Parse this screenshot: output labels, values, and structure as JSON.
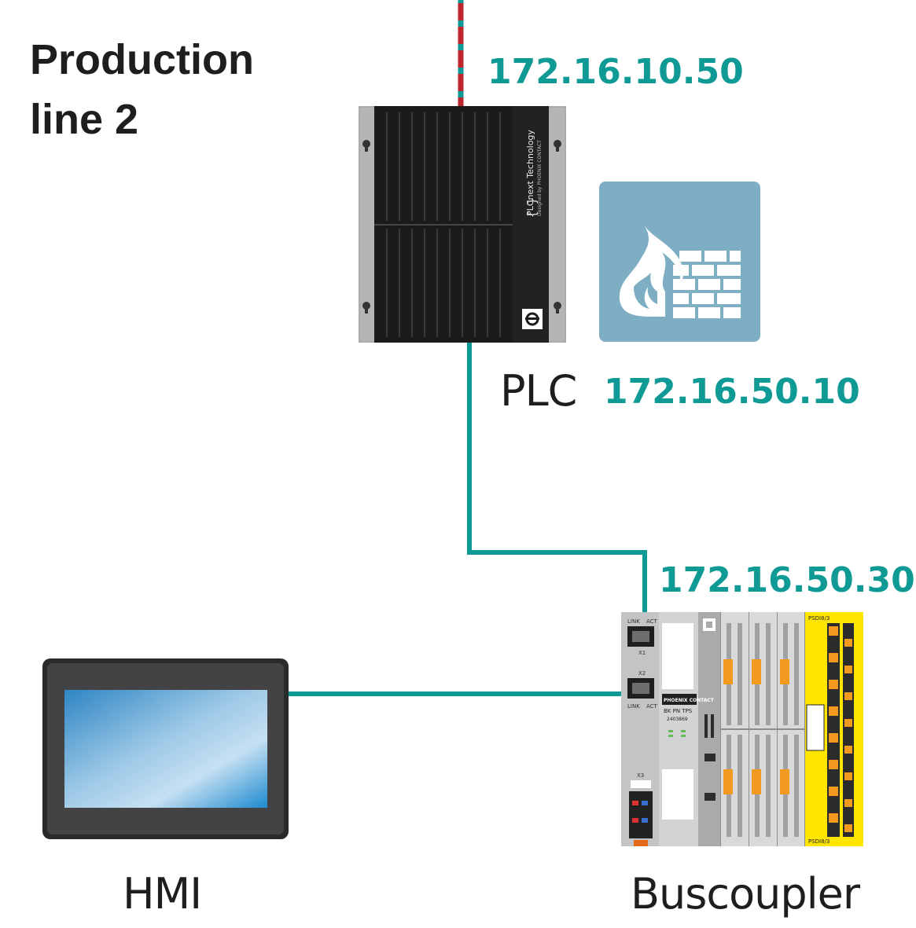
{
  "title": {
    "line1": "Production",
    "line2": "line 2"
  },
  "nodes": {
    "plc": {
      "label": "PLC",
      "ip": "172.16.50.10",
      "uplink_ip": "172.16.10.50",
      "brand_text": "PLCnext Technology",
      "brand_sub": "Designed by PHOENIX CONTACT",
      "icon": "plc-controller-icon"
    },
    "firewall": {
      "icon": "firewall-icon"
    },
    "buscoupler": {
      "label": "Buscoupler",
      "ip": "172.16.50.30",
      "model": "BK PN TPS",
      "brand": "PHOENIX CONTACT",
      "part": "2403869",
      "port1": "X1",
      "port2": "X2",
      "port3": "X3",
      "link": "LINK",
      "act": "ACT",
      "safety_module": "PSDI8/3",
      "icon": "buscoupler-icon"
    },
    "hmi": {
      "label": "HMI",
      "icon": "hmi-panel-icon"
    }
  },
  "colors": {
    "link": "#0f9a96",
    "uplink_red": "#c0262d",
    "firewall_bg": "#7eaec4",
    "safety_yellow": "#ffe500"
  }
}
